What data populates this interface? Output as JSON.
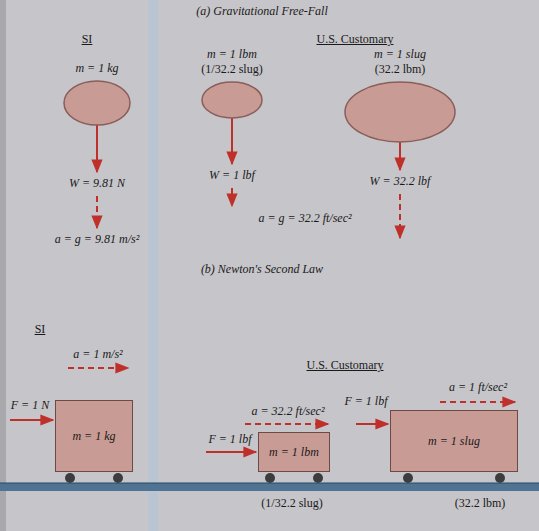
{
  "diagram": {
    "nodes": [
      {
        "text": [
          "m = 1 kg"
        ]
      },
      {
        "text": [
          "m = 1 lbm",
          "(1/32.2 slug)"
        ]
      },
      {
        "text": [
          "m = 1 slug",
          "(32.2 lbm)"
        ]
      },
      {
        "text": [
          "m = 1 kg"
        ]
      },
      {
        "text": [
          "m = 1 lbm"
        ]
      },
      {
        "text": [
          "m = 1 slug"
        ]
      }
    ],
    "labels": [
      "(a) Gravitational Free-Fall",
      "SI",
      "U.S. Customary",
      "W = 9.81 N",
      "a = g = 9.81 m/s²",
      "W = 1 lbf",
      "W = 32.2 lbf",
      "a = g = 32.2 ft/sec²",
      "(b) Newton's Second Law",
      "SI",
      "U.S. Customary",
      "a = 1 m/s²",
      "F = 1 N",
      "a = 32.2 ft/sec²",
      "F = 1 lbf",
      "(1/32.2 slug)",
      "a = 1 ft/sec²",
      "F = 1 lbf",
      "(32.2 lbm)"
    ]
  }
}
